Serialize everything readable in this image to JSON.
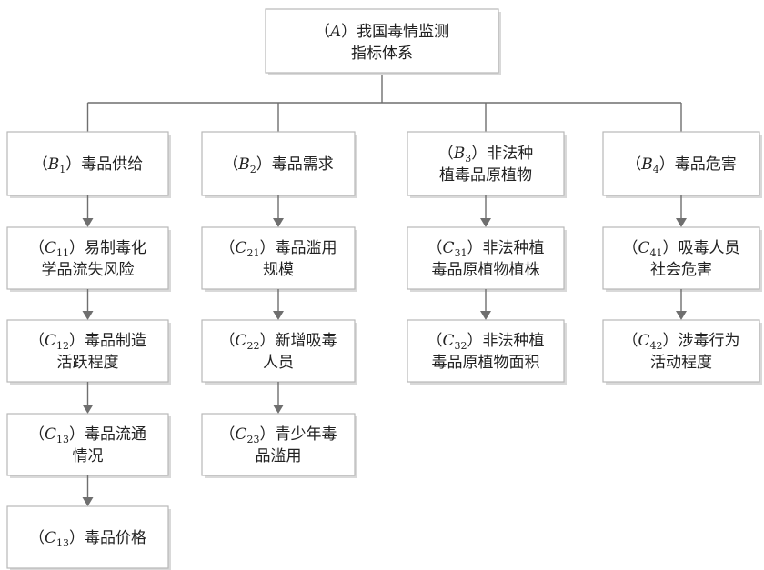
{
  "root": {
    "prefix": "（",
    "letter": "A",
    "suffix": "）我国毒情监测",
    "line2": "指标体系"
  },
  "categories": [
    {
      "letter": "B",
      "sub": "1",
      "line1_rest": "）毒品供给",
      "line2": "",
      "items": [
        {
          "letter": "C",
          "sub": "11",
          "line1_rest": "）易制毒化",
          "line2": "学品流失风险"
        },
        {
          "letter": "C",
          "sub": "12",
          "line1_rest": "）毒品制造",
          "line2": "活跃程度"
        },
        {
          "letter": "C",
          "sub": "13",
          "line1_rest": "）毒品流通",
          "line2": "情况"
        },
        {
          "letter": "C",
          "sub": "13",
          "line1_rest": "）毒品价格",
          "line2": ""
        }
      ]
    },
    {
      "letter": "B",
      "sub": "2",
      "line1_rest": "）毒品需求",
      "line2": "",
      "items": [
        {
          "letter": "C",
          "sub": "21",
          "line1_rest": "）毒品滥用",
          "line2": "规模"
        },
        {
          "letter": "C",
          "sub": "22",
          "line1_rest": "）新增吸毒",
          "line2": "人员"
        },
        {
          "letter": "C",
          "sub": "23",
          "line1_rest": "）青少年毒",
          "line2": "品滥用"
        }
      ]
    },
    {
      "letter": "B",
      "sub": "3",
      "line1_rest": "）非法种",
      "line2": "植毒品原植物",
      "items": [
        {
          "letter": "C",
          "sub": "31",
          "line1_rest": "）非法种植",
          "line2": "毒品原植物植株"
        },
        {
          "letter": "C",
          "sub": "32",
          "line1_rest": "）非法种植",
          "line2": "毒品原植物面积"
        }
      ]
    },
    {
      "letter": "B",
      "sub": "4",
      "line1_rest": "）毒品危害",
      "line2": "",
      "items": [
        {
          "letter": "C",
          "sub": "41",
          "line1_rest": "）吸毒人员",
          "line2": "社会危害"
        },
        {
          "letter": "C",
          "sub": "42",
          "line1_rest": "）涉毒行为",
          "line2": "活动程度"
        }
      ]
    }
  ]
}
